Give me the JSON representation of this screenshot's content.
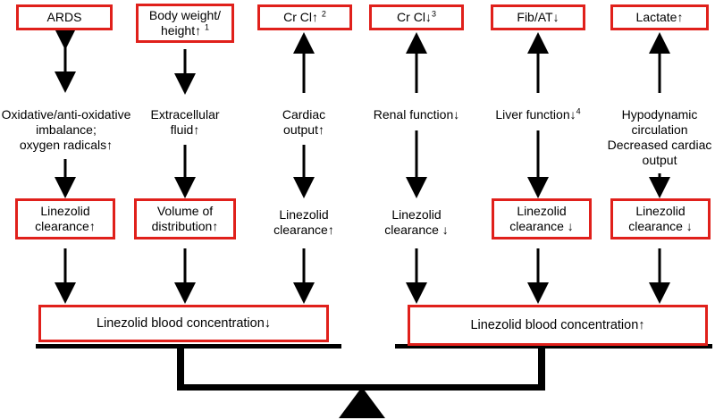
{
  "top": {
    "ards": "ARDS",
    "body_weight": "Body weight/\nheight↑",
    "body_weight_sup": "1",
    "crcl_up": "Cr Cl↑",
    "crcl_up_sup": "2",
    "crcl_down": "Cr Cl↓",
    "crcl_down_sup": "3",
    "fib_at": "Fib/AT↓",
    "lactate": "Lactate↑"
  },
  "middle": {
    "oxidative": "Oxidative/anti-oxidative\nimbalance;\noxygen radicals↑",
    "extracellular": "Extracellular\nfluid↑",
    "cardiac_output": "Cardiac\noutput↑",
    "renal": "Renal function↓",
    "liver": "Liver function↓",
    "liver_sup": "4",
    "hypodynamic": "Hypodynamic\ncirculation\nDecreased cardiac\noutput"
  },
  "lower": {
    "lin_clear_up_1": "Linezolid\nclearance↑",
    "vol_dist": "Volume of\ndistribution↑",
    "lin_clear_up_2": "Linezolid\nclearance↑",
    "lin_clear_down_1": "Linezolid\nclearance ↓",
    "lin_clear_down_2": "Linezolid\nclearance ↓",
    "lin_clear_down_3": "Linezolid\nclearance ↓"
  },
  "bottom": {
    "left_conc": "Linezolid blood concentration↓",
    "right_conc": "Linezolid blood concentration↑"
  },
  "colors": {
    "box_border": "#e0201b",
    "line": "#000000"
  }
}
